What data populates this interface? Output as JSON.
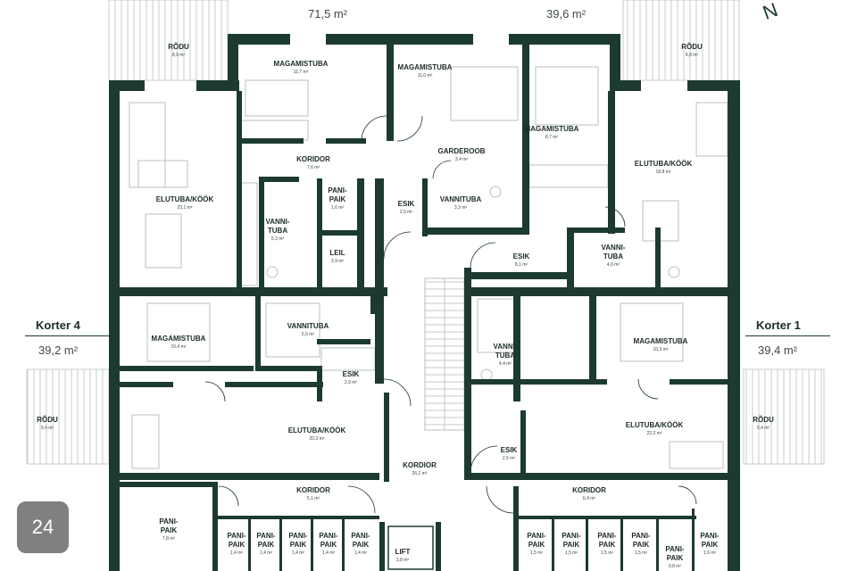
{
  "floor": {
    "top_areas": [
      "71,5 m²",
      "39,6 m²"
    ],
    "compass_letter": "N",
    "page_number": "24",
    "apartments": [
      {
        "name": "Korter 4",
        "area": "39,2 m²"
      },
      {
        "name": "Korter 1",
        "area": "39,4 m²"
      }
    ],
    "rooms": [
      {
        "name": "RÕDU",
        "area": "8,9 m²"
      },
      {
        "name": "RÕDU",
        "area": "8,8 m²"
      },
      {
        "name": "MAGAMISTUBA",
        "area": "11,7 m²"
      },
      {
        "name": "MAGAMISTUBA",
        "area": "11,0 m²"
      },
      {
        "name": "MAGAMISTUBA",
        "area": "8,7 m²"
      },
      {
        "name": "KORIDOR",
        "area": "7,6 m²"
      },
      {
        "name": "GARDEROOB",
        "area": "3,4 m²"
      },
      {
        "name": "ELUTUBA/KÖÖK",
        "area": "23,1 m²"
      },
      {
        "name": "ELUTUBA/KÖÖK",
        "area": "18,8 m²"
      },
      {
        "name": "PANI-\nPAIK",
        "area": "1,6 m²"
      },
      {
        "name": "ESIK",
        "area": "2,5 m²"
      },
      {
        "name": "VANNITUBA",
        "area": "3,3 m²"
      },
      {
        "name": "VANNI-\nTUBA",
        "area": "5,3 m²"
      },
      {
        "name": "LEIL",
        "area": "3,9 m²"
      },
      {
        "name": "ESIK",
        "area": "8,1 m²"
      },
      {
        "name": "VANNI-\nTUBA",
        "area": "4,0 m²"
      },
      {
        "name": "MAGAMISTUBA",
        "area": "10,4 m²"
      },
      {
        "name": "VANNITUBA",
        "area": "5,5 m²"
      },
      {
        "name": "VANNI-\nTUBA",
        "area": "4,4 m²"
      },
      {
        "name": "MAGAMISTUBA",
        "area": "10,3 m²"
      },
      {
        "name": "ESIK",
        "area": "2,9 m²"
      },
      {
        "name": "RÕDU",
        "area": "9,4 m²"
      },
      {
        "name": "RÕDU",
        "area": "9,4 m²"
      },
      {
        "name": "ELUTUBA/KÖÖK",
        "area": "20,3 m²"
      },
      {
        "name": "ELUTUBA/KÖÖK",
        "area": "22,2 m²"
      },
      {
        "name": "ESIK",
        "area": "2,5 m²"
      },
      {
        "name": "KORDIOR",
        "area": "26,1 m²"
      },
      {
        "name": "KORIDOR",
        "area": "5,1 m²"
      },
      {
        "name": "KORIDOR",
        "area": "6,4 m²"
      },
      {
        "name": "PANI-\nPAIK",
        "area": "7,8 m²"
      },
      {
        "name": "PANI-\nPAIK",
        "area": "1,4 m²"
      },
      {
        "name": "PANI-\nPAIK",
        "area": "1,4 m²"
      },
      {
        "name": "PANI-\nPAIK",
        "area": "1,4 m²"
      },
      {
        "name": "PANI-\nPAIK",
        "area": "1,4 m²"
      },
      {
        "name": "PANI-\nPAIK",
        "area": "1,4 m²"
      },
      {
        "name": "LIFT",
        "area": "2,8 m²"
      },
      {
        "name": "PANI-\nPAIK",
        "area": "1,5 m²"
      },
      {
        "name": "PANI-\nPAIK",
        "area": "1,5 m²"
      },
      {
        "name": "PANI-\nPAIK",
        "area": "1,5 m²"
      },
      {
        "name": "PANI-\nPAIK",
        "area": "1,5 m²"
      },
      {
        "name": "PANI-\nPAIK",
        "area": "0,8 m²"
      },
      {
        "name": "PANI-\nPAIK",
        "area": "1,6 m²"
      }
    ],
    "colors": {
      "wall": "#1c3a32",
      "fixture": "#b9c0bd",
      "background": "#ffffff"
    }
  }
}
